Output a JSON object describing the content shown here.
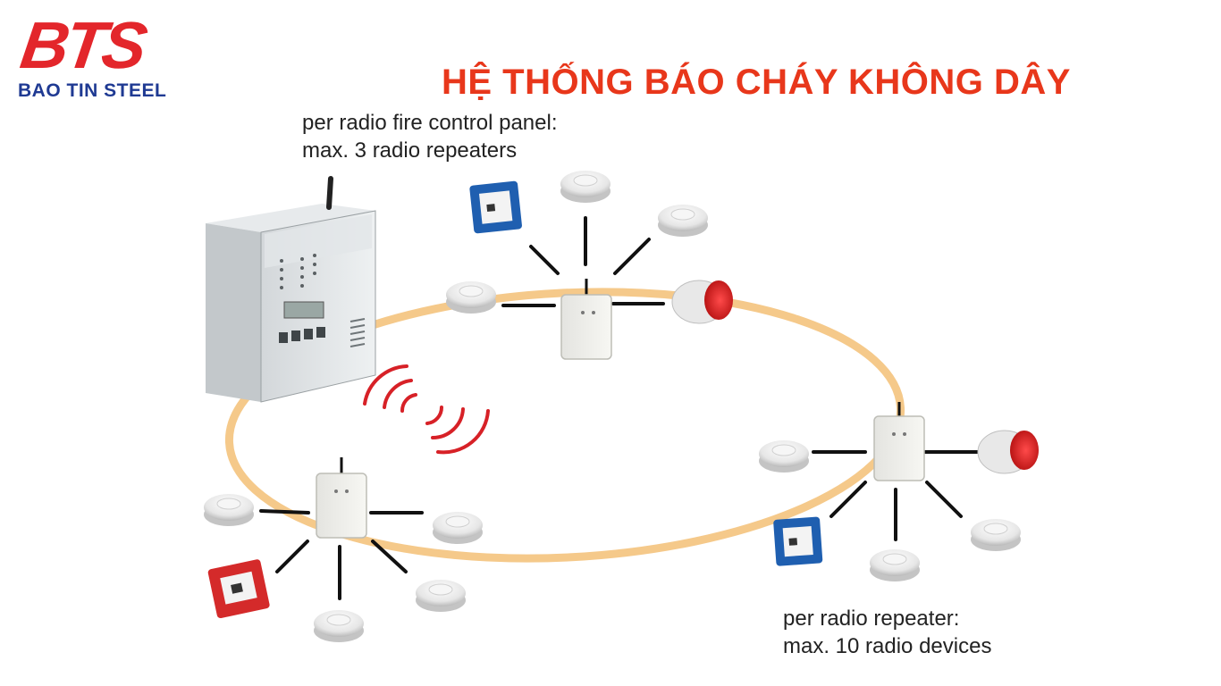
{
  "brand": {
    "mark": "BTS",
    "name": "BAO TIN STEEL",
    "mark_color": "#e3262b",
    "name_color": "#1f3a93"
  },
  "title": {
    "text": "HỆ THỐNG BÁO CHÁY KHÔNG DÂY",
    "color": "#e8371b"
  },
  "captions": {
    "panel": {
      "line1": "per radio fire control panel:",
      "line2": "max. 3 radio repeaters"
    },
    "repeater": {
      "line1": "per radio repeater:",
      "line2": "max. 10 radio devices"
    }
  },
  "colors": {
    "ring": "#f5c98a",
    "radio_waves": "#d72127",
    "call_point_blue": "#1f5fb0",
    "call_point_red": "#d42a2a",
    "sounder_red": "#d81e1e"
  },
  "devices": {
    "control_panel": "radio-fire-control-panel",
    "repeaters": [
      "radio-repeater",
      "radio-repeater",
      "radio-repeater"
    ],
    "detector_icon": "smoke-detector-icon",
    "sounder_icon": "siren-sounder-icon",
    "call_point_icon": "manual-call-point-icon"
  }
}
